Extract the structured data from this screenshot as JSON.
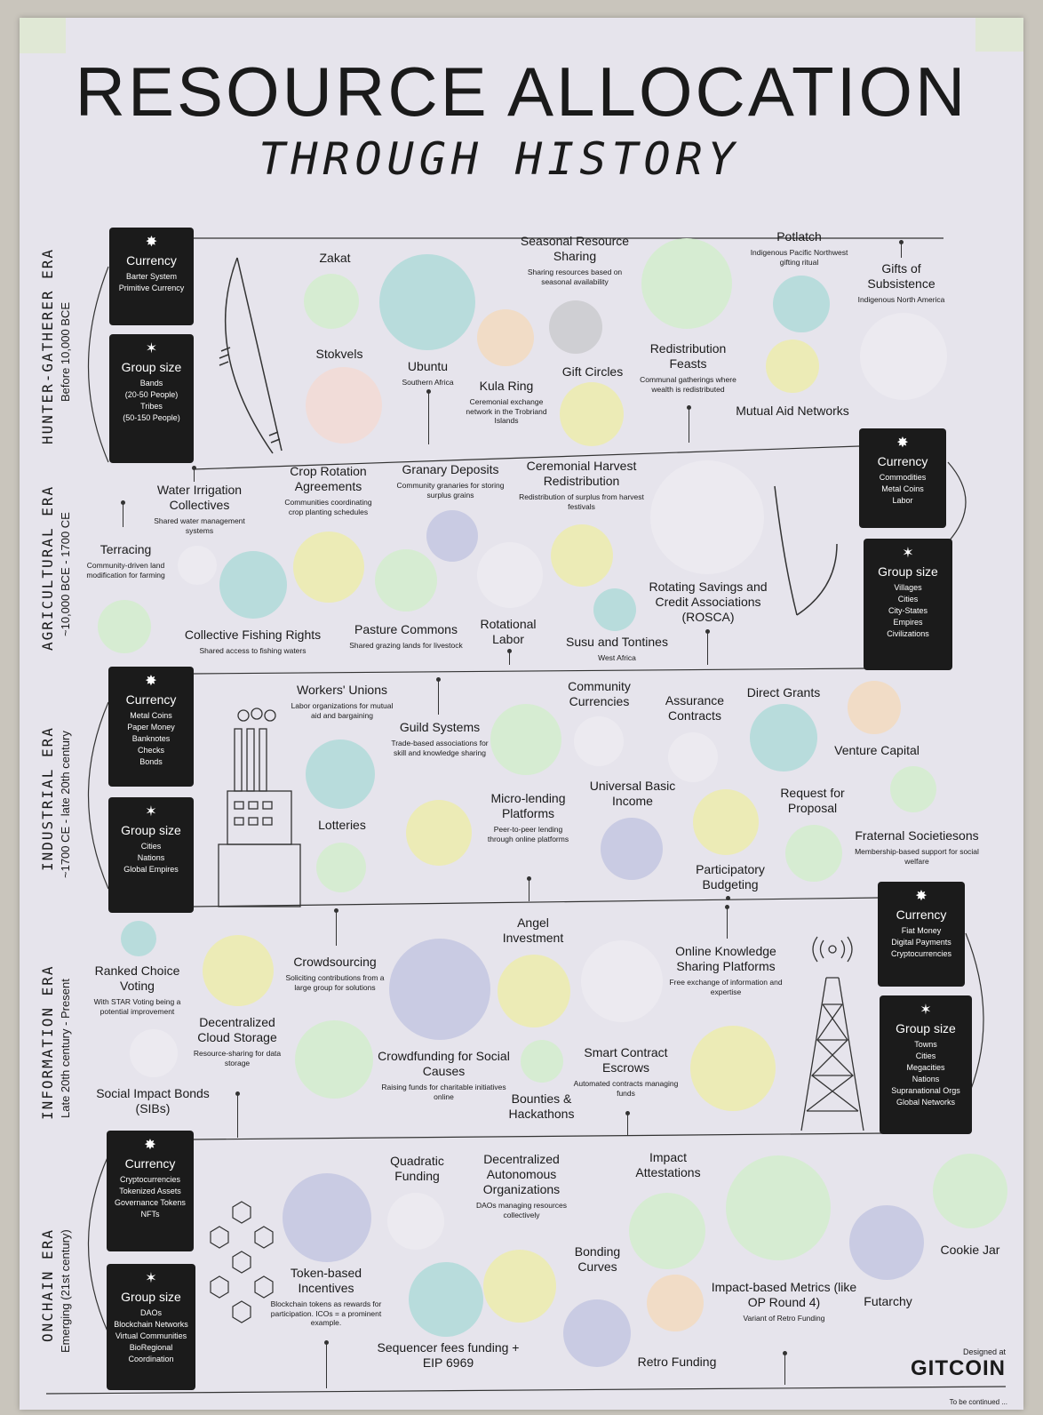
{
  "title": "RESOURCE ALLOCATION",
  "subtitle": "THROUGH HISTORY",
  "eras": [
    {
      "name": "HUNTER-GATHERER ERA",
      "date": "Before 10,000 BCE",
      "currency": {
        "title": "Currency",
        "items": [
          "Barter System",
          "Primitive Currency"
        ]
      },
      "group": {
        "title": "Group size",
        "items": [
          "Bands",
          "(20-50 People)",
          "Tribes",
          "(50-150 People)"
        ]
      },
      "items": [
        {
          "title": "Zakat"
        },
        {
          "title": "Stokvels"
        },
        {
          "title": "Ubuntu",
          "desc": "Southern Africa"
        },
        {
          "title": "Kula Ring",
          "desc": "Ceremonial exchange network in the Trobriand Islands"
        },
        {
          "title": "Seasonal Resource Sharing",
          "desc": "Sharing resources based on seasonal availability"
        },
        {
          "title": "Gift Circles"
        },
        {
          "title": "Redistribution Feasts",
          "desc": "Communal gatherings where wealth is redistributed"
        },
        {
          "title": "Potlatch",
          "desc": "Indigenous Pacific Northwest gifting ritual"
        },
        {
          "title": "Mutual Aid Networks"
        },
        {
          "title": "Gifts of Subsistence",
          "desc": "Indigenous North America"
        }
      ]
    },
    {
      "name": "AGRICULTURAL ERA",
      "date": "~10,000 BCE - 1700 CE",
      "currency": {
        "title": "Currency",
        "items": [
          "Commodities",
          "Metal Coins",
          "Labor"
        ]
      },
      "group": {
        "title": "Group size",
        "items": [
          "Villages",
          "Cities",
          "City-States",
          "Empires",
          "Civilizations"
        ]
      },
      "items": [
        {
          "title": "Terracing",
          "desc": "Community-driven land modification for farming"
        },
        {
          "title": "Water Irrigation Collectives",
          "desc": "Shared water management systems"
        },
        {
          "title": "Crop Rotation Agreements",
          "desc": "Communities coordinating crop planting schedules"
        },
        {
          "title": "Collective Fishing Rights",
          "desc": "Shared access to fishing waters"
        },
        {
          "title": "Granary Deposits",
          "desc": "Community granaries for storing surplus grains"
        },
        {
          "title": "Pasture Commons",
          "desc": "Shared grazing lands for livestock"
        },
        {
          "title": "Ceremonial Harvest Redistribution",
          "desc": "Redistribution of surplus from harvest festivals"
        },
        {
          "title": "Rotational Labor"
        },
        {
          "title": "Susu and Tontines",
          "desc": "West Africa"
        },
        {
          "title": "Rotating Savings and Credit Associations (ROSCA)"
        }
      ]
    },
    {
      "name": "INDUSTRIAL ERA",
      "date": "~1700 CE - late 20th century",
      "currency": {
        "title": "Currency",
        "items": [
          "Metal Coins",
          "Paper Money",
          "Banknotes",
          "Checks",
          "Bonds"
        ]
      },
      "group": {
        "title": "Group size",
        "items": [
          "Cities",
          "Nations",
          "Global Empires"
        ]
      },
      "items": [
        {
          "title": "Workers' Unions",
          "desc": "Labor organizations for mutual aid and bargaining"
        },
        {
          "title": "Lotteries"
        },
        {
          "title": "Guild Systems",
          "desc": "Trade-based associations for skill and knowledge sharing"
        },
        {
          "title": "Micro-lending Platforms",
          "desc": "Peer-to-peer lending through online platforms"
        },
        {
          "title": "Community Currencies"
        },
        {
          "title": "Universal Basic Income"
        },
        {
          "title": "Assurance Contracts"
        },
        {
          "title": "Participatory Budgeting"
        },
        {
          "title": "Direct Grants"
        },
        {
          "title": "Request for Proposal"
        },
        {
          "title": "Venture Capital"
        },
        {
          "title": "Fraternal Societiesons",
          "desc": "Membership-based support for social welfare"
        }
      ]
    },
    {
      "name": "INFORMATION ERA",
      "date": "Late 20th century - Present",
      "currency": {
        "title": "Currency",
        "items": [
          "Fiat Money",
          "Digital Payments",
          "Cryptocurrencies"
        ]
      },
      "group": {
        "title": "Group size",
        "items": [
          "Towns",
          "Cities",
          "Megacities",
          "Nations",
          "Supranational Orgs",
          "Global Networks"
        ]
      },
      "items": [
        {
          "title": "Ranked Choice Voting",
          "desc": "With STAR Voting being a potential improvement"
        },
        {
          "title": "Social Impact Bonds (SIBs)"
        },
        {
          "title": "Decentralized Cloud Storage",
          "desc": "Resource-sharing for data storage"
        },
        {
          "title": "Crowdsourcing",
          "desc": "Soliciting contributions from a large group for solutions"
        },
        {
          "title": "Crowdfunding for Social Causes",
          "desc": "Raising funds for charitable initiatives online"
        },
        {
          "title": "Angel Investment"
        },
        {
          "title": "Bounties & Hackathons"
        },
        {
          "title": "Smart Contract Escrows",
          "desc": "Automated contracts managing funds"
        },
        {
          "title": "Online Knowledge Sharing Platforms",
          "desc": "Free exchange of information and expertise"
        }
      ]
    },
    {
      "name": "ONCHAIN ERA",
      "date": "Emerging (21st century)",
      "currency": {
        "title": "Currency",
        "items": [
          "Cryptocurrencies",
          "Tokenized Assets",
          "Governance Tokens",
          "NFTs"
        ]
      },
      "group": {
        "title": "Group size",
        "items": [
          "DAOs",
          "Blockchain Networks",
          "Virtual Communities",
          "BioRegional",
          "Coordination"
        ]
      },
      "items": [
        {
          "title": "Token-based Incentives",
          "desc": "Blockchain tokens as rewards for participation. ICOs = a prominent example."
        },
        {
          "title": "Quadratic Funding"
        },
        {
          "title": "Sequencer fees funding + EIP 6969"
        },
        {
          "title": "Decentralized Autonomous Organizations",
          "desc": "DAOs managing resources collectively"
        },
        {
          "title": "Bonding Curves"
        },
        {
          "title": "Impact Attestations"
        },
        {
          "title": "Retro Funding"
        },
        {
          "title": "Impact-based Metrics (like OP Round 4)",
          "desc": "Variant of Retro Funding"
        },
        {
          "title": "Futarchy"
        },
        {
          "title": "Cookie Jar"
        }
      ]
    }
  ],
  "credit": {
    "designed_at": "Designed at",
    "brand": "GITCOIN"
  },
  "footer": "To be continued ...",
  "colors": {
    "paper": "#e6e4ec",
    "box": "#1b1b1b",
    "teal": "#b8dcdc",
    "green": "#d6ecd2",
    "yellow": "#ecebb6",
    "pink": "#f1dcd8",
    "lilac": "#c9cbe3",
    "peach": "#f1dcc6",
    "gray": "#cfcfd3"
  }
}
